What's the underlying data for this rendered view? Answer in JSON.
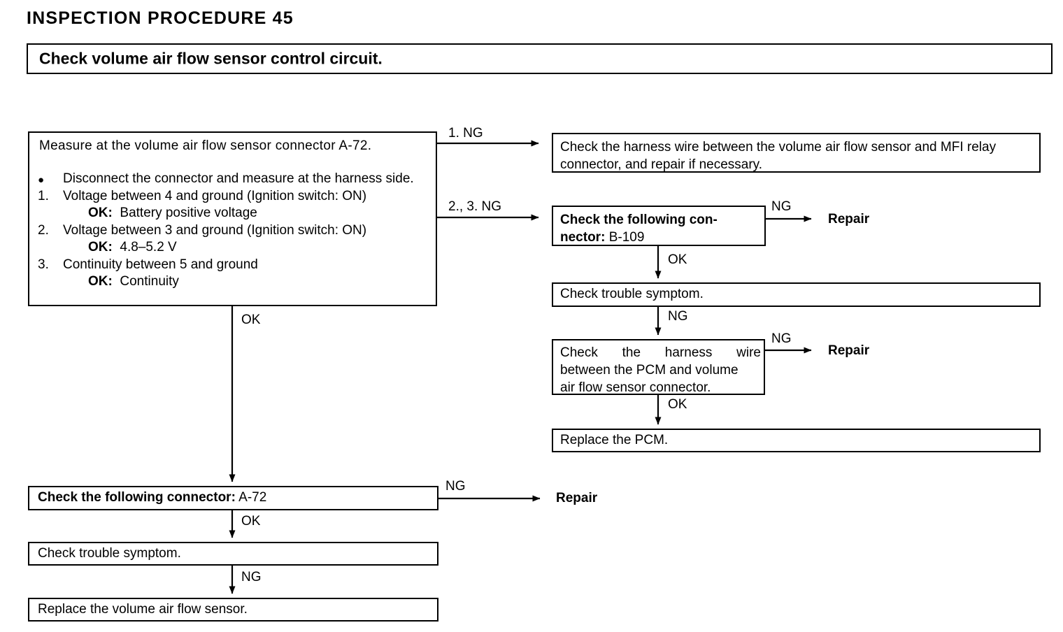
{
  "page": {
    "procedure_title": "INSPECTION  PROCEDURE 45",
    "header": "Check volume air flow sensor control circuit."
  },
  "boxes": {
    "measure": {
      "heading": "Measure at the volume air flow sensor connector A-72.",
      "items": [
        {
          "marker": "●",
          "text": "Disconnect the connector and measure at the harness side."
        },
        {
          "marker": "1.",
          "text": "Voltage between 4 and ground (Ignition switch: ON)",
          "ok_label": "OK:",
          "ok_value": "Battery positive voltage"
        },
        {
          "marker": "2.",
          "text": "Voltage between 3 and ground (Ignition switch: ON)",
          "ok_label": "OK:",
          "ok_value": "4.8–5.2 V"
        },
        {
          "marker": "3.",
          "text": "Continuity between 5 and ground",
          "ok_label": "OK:",
          "ok_value": "Continuity"
        }
      ]
    },
    "harness_mfi": "Check the harness wire between the volume air flow sensor and MFI relay connector, and repair if necessary.",
    "connector_b109": {
      "bold": "Check the following con-",
      "bold2": "nector:",
      "value": "B-109"
    },
    "trouble_right": "Check trouble symptom.",
    "harness_pcm": {
      "line1": "Check the harness wire",
      "line2": "between the PCM and volume",
      "line3": "air flow sensor connector."
    },
    "replace_pcm": "Replace the PCM.",
    "connector_a72": {
      "bold": "Check the following connector:",
      "value": "A-72"
    },
    "trouble_left": "Check trouble symptom.",
    "replace_vafs": "Replace the volume air flow sensor."
  },
  "terminals": {
    "repair_1": "Repair",
    "repair_2": "Repair",
    "repair_3": "Repair"
  },
  "edges": {
    "ng_1": "1. NG",
    "ng_23": "2., 3. NG",
    "ok_main": "OK",
    "ng_b109": "NG",
    "ok_b109": "OK",
    "ng_trouble_right": "NG",
    "ng_harness_pcm": "NG",
    "ok_harness_pcm": "OK",
    "ng_a72": "NG",
    "ok_a72": "OK",
    "ng_trouble_left": "NG"
  },
  "colors": {
    "ink": "#000000",
    "paper": "#ffffff"
  }
}
